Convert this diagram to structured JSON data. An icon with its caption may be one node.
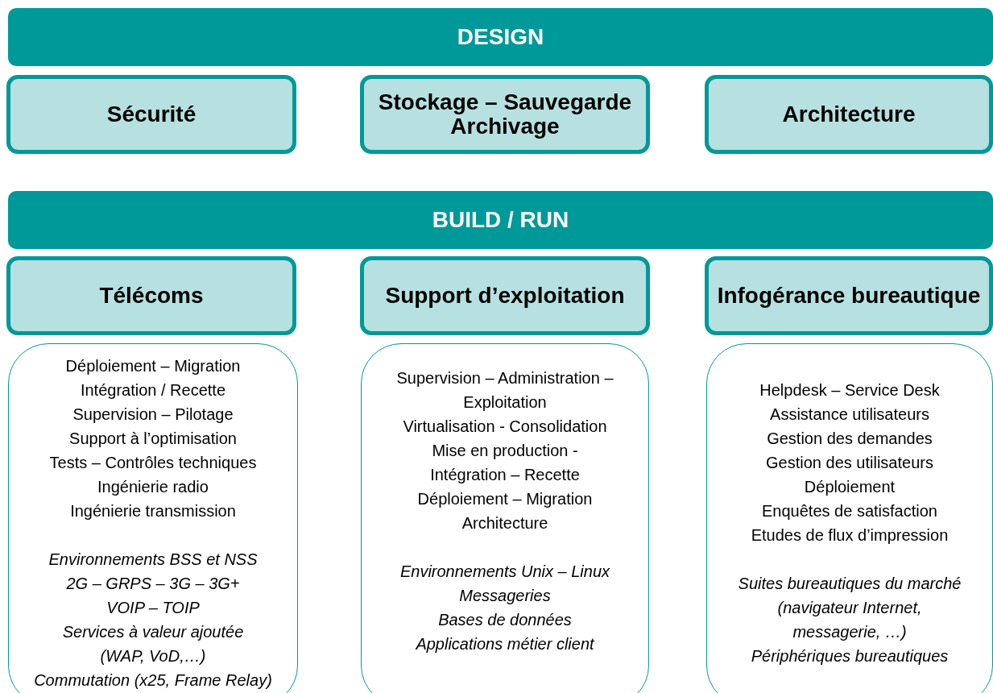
{
  "diagram": {
    "nodes": [
      {
        "text": [
          "DESIGN"
        ]
      },
      {
        "text": [
          "Sécurité"
        ]
      },
      {
        "text": [
          "Stockage – Sauvegarde Archivage"
        ]
      },
      {
        "text": [
          "Architecture"
        ]
      },
      {
        "text": [
          "BUILD / RUN"
        ]
      },
      {
        "text": [
          "Télécoms"
        ]
      },
      {
        "text": [
          "Support d’exploitation"
        ]
      },
      {
        "text": [
          "Infogérance bureautique"
        ]
      },
      {
        "text": [
          "Déploiement – Migration",
          "Intégration / Recette",
          "Supervision – Pilotage",
          "Support à l’optimisation",
          "Tests – Contrôles techniques",
          "Ingénierie radio",
          "Ingénierie transmission",
          "Environnements BSS et NSS",
          "2G – GRPS – 3G – 3G+",
          "VOIP – TOIP",
          "Services à valeur ajoutée",
          "(WAP, VoD,…)",
          "Commutation (x25, Frame Relay)"
        ]
      },
      {
        "text": [
          "Supervision – Administration – Exploitation",
          "Virtualisation - Consolidation",
          "Mise en production - Intégration – Recette",
          "Déploiement – Migration",
          "Architecture",
          "Environnements Unix – Linux",
          "Messageries",
          "Bases de données",
          "Applications métier client"
        ]
      },
      {
        "text": [
          "Helpdesk – Service Desk",
          "Assistance utilisateurs",
          "Gestion des demandes",
          "Gestion des utilisateurs",
          "Déploiement",
          "Enquêtes de satisfaction",
          "Etudes de flux d’impression",
          "Suites bureautiques du marché (navigateur Internet, messagerie, …)",
          "Périphériques bureautiques"
        ]
      }
    ]
  }
}
